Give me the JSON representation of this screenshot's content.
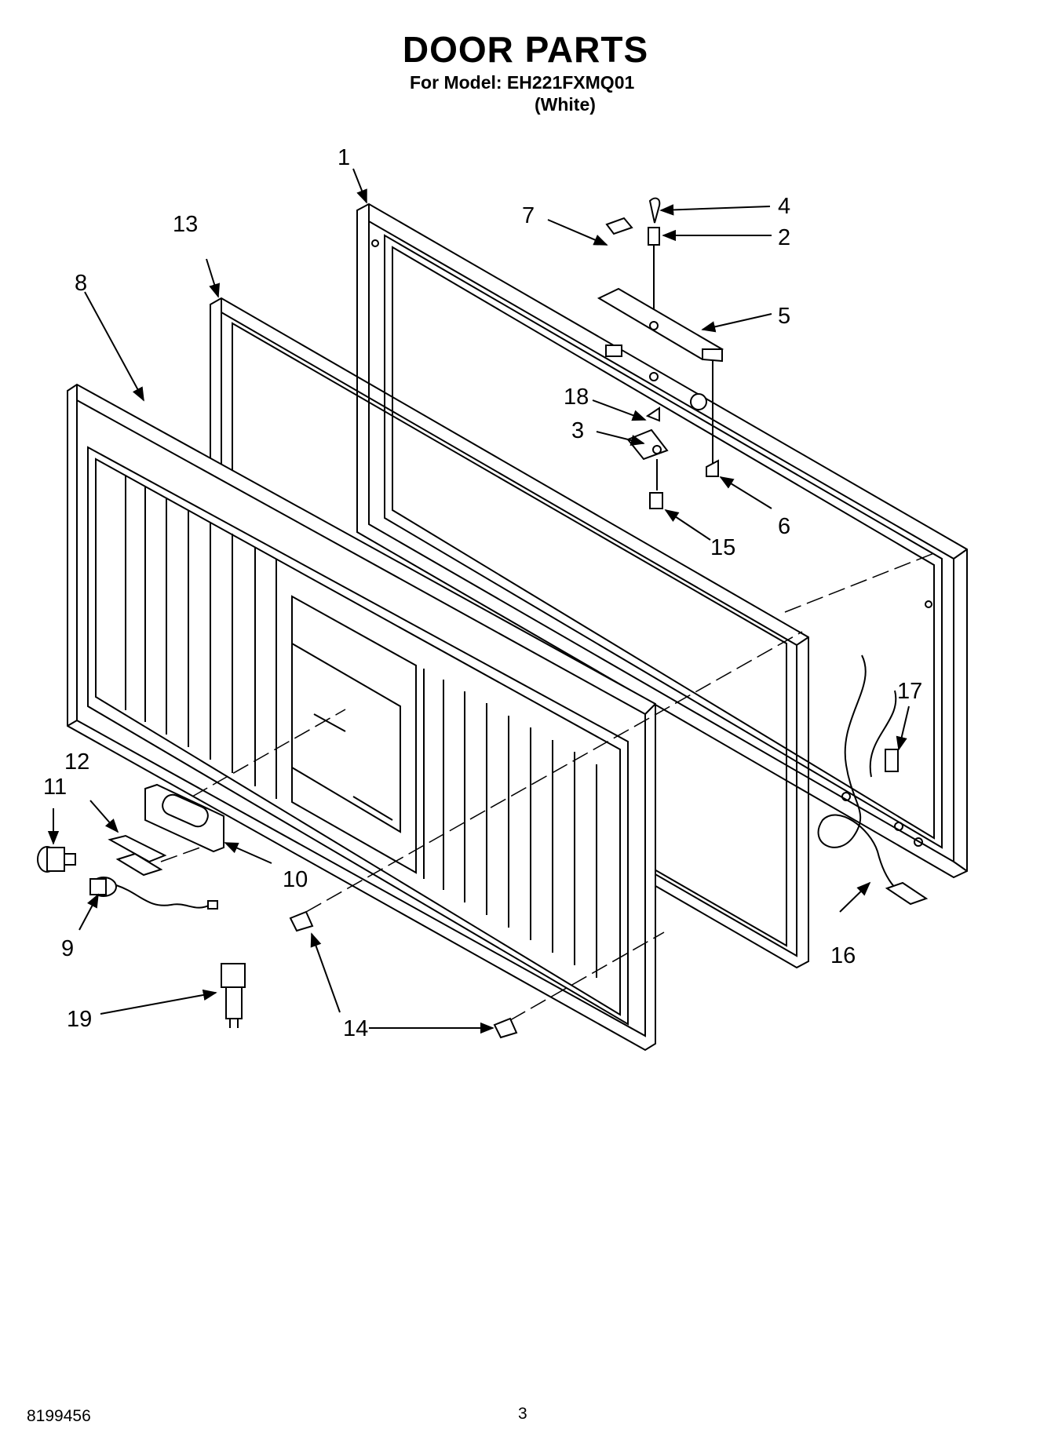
{
  "header": {
    "title": "DOOR PARTS",
    "model_line": "For Model: EH221FXMQ01",
    "color_line": "(White)"
  },
  "footer": {
    "doc_number": "8199456",
    "page_number": "3"
  },
  "callouts": [
    "1",
    "2",
    "3",
    "4",
    "5",
    "6",
    "7",
    "8",
    "9",
    "10",
    "11",
    "12",
    "13",
    "14",
    "15",
    "16",
    "17",
    "18",
    "19"
  ]
}
